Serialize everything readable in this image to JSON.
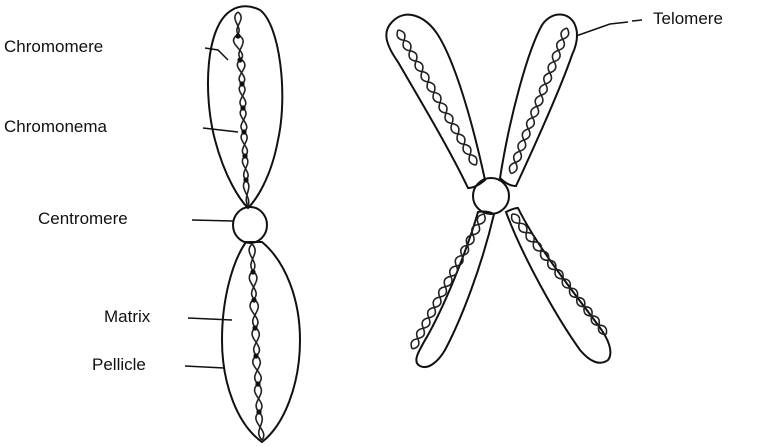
{
  "labels": {
    "chromomere": "Chromomere",
    "chromonema": "Chromonema",
    "centromere": "Centromere",
    "matrix": "Matrix",
    "pellicle": "Pellicle",
    "telomere": "Telomere"
  },
  "colors": {
    "line": "#111111",
    "background": "#ffffff"
  }
}
